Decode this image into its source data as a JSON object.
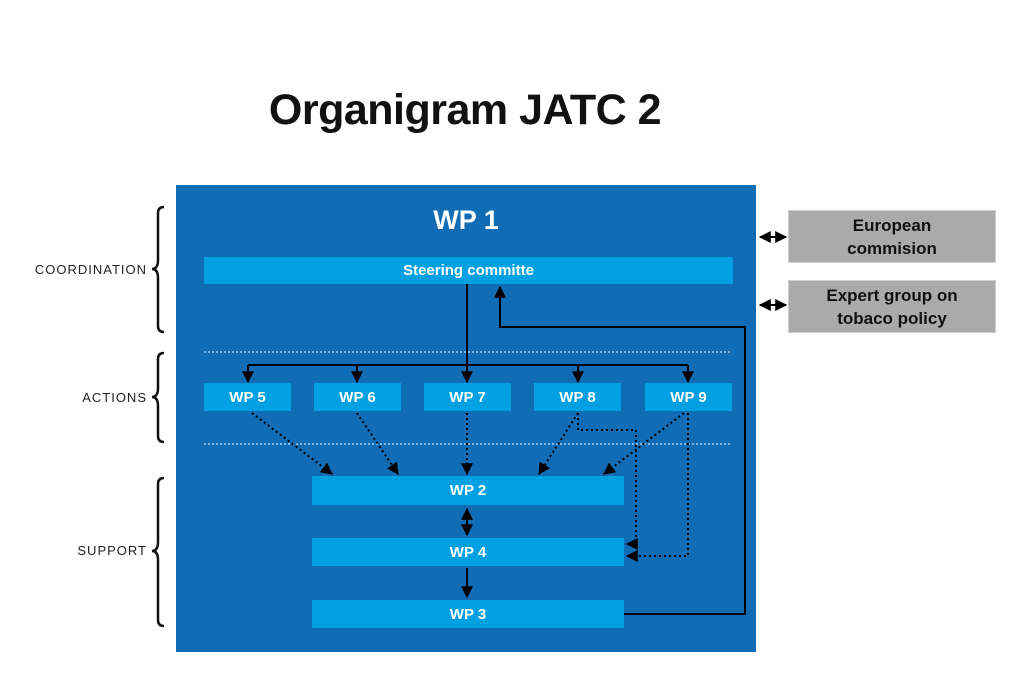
{
  "title": "Organigram JATC 2",
  "wp1_label": "WP 1",
  "steering": "Steering committe",
  "actions": [
    "WP 5",
    "WP 6",
    "WP 7",
    "WP 8",
    "WP 9"
  ],
  "support": {
    "wp2": "WP 2",
    "wp4": "WP 4",
    "wp3": "WP 3"
  },
  "sections": {
    "coordination": "COORDINATION",
    "actions": "ACTIONS",
    "support": "SUPPORT"
  },
  "external": {
    "european": "European\ncommision",
    "expert": "Expert group on\ntobaco policy"
  },
  "colors": {
    "dark_blue": "#0f6cb5",
    "light_blue": "#00a0e3",
    "grey": "#aaaaaa"
  }
}
